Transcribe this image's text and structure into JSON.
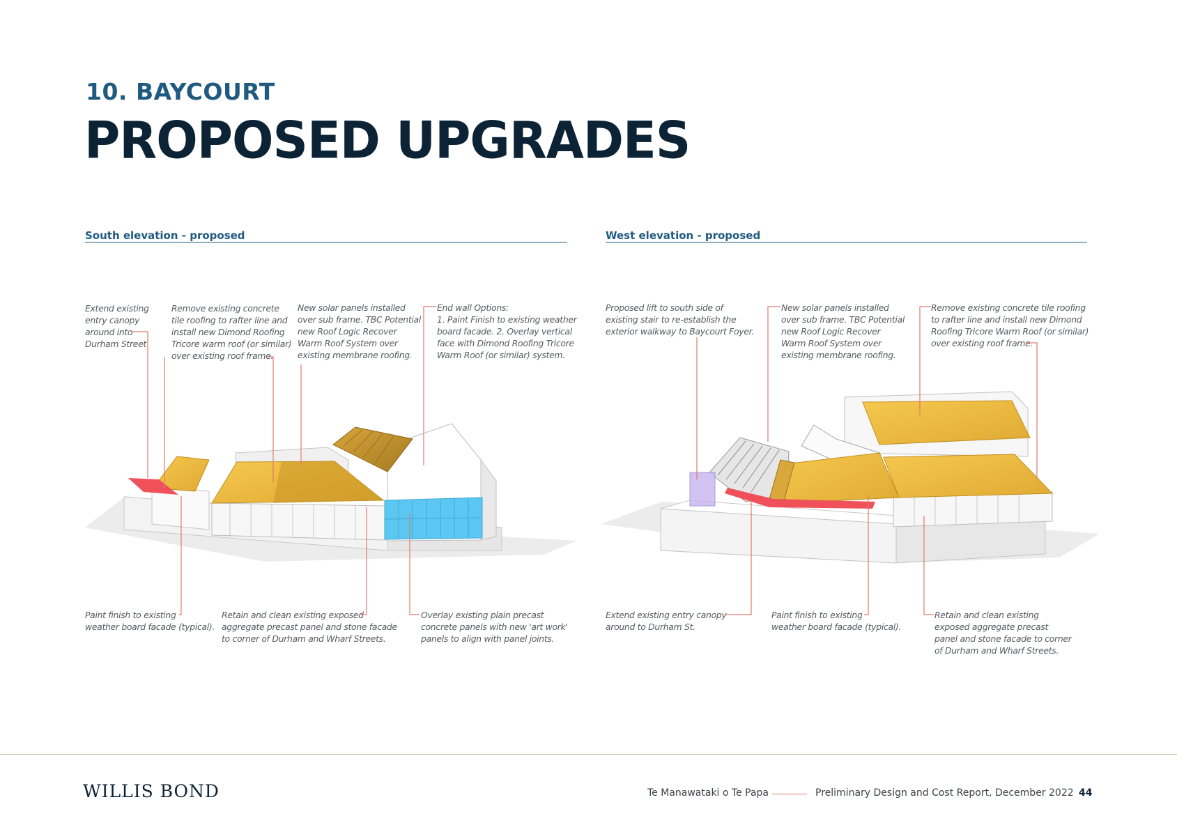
{
  "header": {
    "section": "10. BAYCOURT",
    "title": "PROPOSED UPGRADES"
  },
  "south": {
    "title": "South elevation - proposed",
    "notes_top": [
      {
        "lines": [
          "Extend existing",
          "entry canopy",
          "around into",
          "Durham Street"
        ]
      },
      {
        "lines": [
          "Remove existing concrete",
          "tile roofing to rafter line and",
          "install new Dimond  Roofing",
          "Tricore warm roof (or similar)",
          "over existing roof frame."
        ]
      },
      {
        "lines": [
          "New solar panels installed",
          "over sub frame. TBC Potential",
          "new Roof Logic Recover",
          "Warm Roof System over",
          "existing membrane roofing."
        ]
      },
      {
        "lines": [
          "End wall Options:",
          "1. Paint Finish to existing weather",
          "board facade. 2. Overlay vertical",
          "face with Dimond Roofing Tricore",
          "Warm Roof (or similar) system."
        ]
      }
    ],
    "notes_bottom": [
      {
        "lines": [
          "Paint finish to existing",
          "weather board facade (typical)."
        ]
      },
      {
        "lines": [
          "Retain and clean existing exposed",
          "aggregate precast panel and stone facade",
          "to corner of Durham and Wharf Streets."
        ]
      },
      {
        "lines": [
          "Overlay existing plain precast",
          "concrete panels with new 'art work'",
          "panels to align with panel joints."
        ]
      }
    ]
  },
  "west": {
    "title": "West elevation - proposed",
    "notes_top": [
      {
        "lines": [
          "Proposed lift to south side of",
          "existing stair to re-establish the",
          "exterior walkway to Baycourt Foyer."
        ]
      },
      {
        "lines": [
          "New solar panels installed",
          "over sub frame. TBC Potential",
          "new Roof Logic Recover",
          "Warm Roof System over",
          "existing membrane roofing."
        ]
      },
      {
        "lines": [
          "Remove existing concrete tile roofing",
          "to rafter line and install new Dimond",
          "Roofing Tricore Warm Roof (or similar)",
          "over existing roof frame."
        ]
      }
    ],
    "notes_bottom": [
      {
        "lines": [
          "Extend existing entry canopy",
          "around to Durham St."
        ]
      },
      {
        "lines": [
          "Paint finish to existing",
          "weather board facade (typical)."
        ]
      },
      {
        "lines": [
          "Retain and clean existing",
          "exposed aggregate precast",
          "panel and stone facade to corner",
          "of Durham and Wharf Streets."
        ]
      }
    ]
  },
  "footer": {
    "logo": "WILLIS BOND",
    "project": "Te Manawataki o Te Papa",
    "report": "Preliminary Design and Cost Report,  December 2022",
    "page": "44"
  },
  "colors": {
    "navy": "#0c2235",
    "blue": "#1f5a80",
    "leader": "#e07b6a",
    "roof_new": "#f2c046",
    "canopy": "#f0505a",
    "artwork_panels": "#5cc7f2",
    "lift": "#c9b8f0"
  }
}
